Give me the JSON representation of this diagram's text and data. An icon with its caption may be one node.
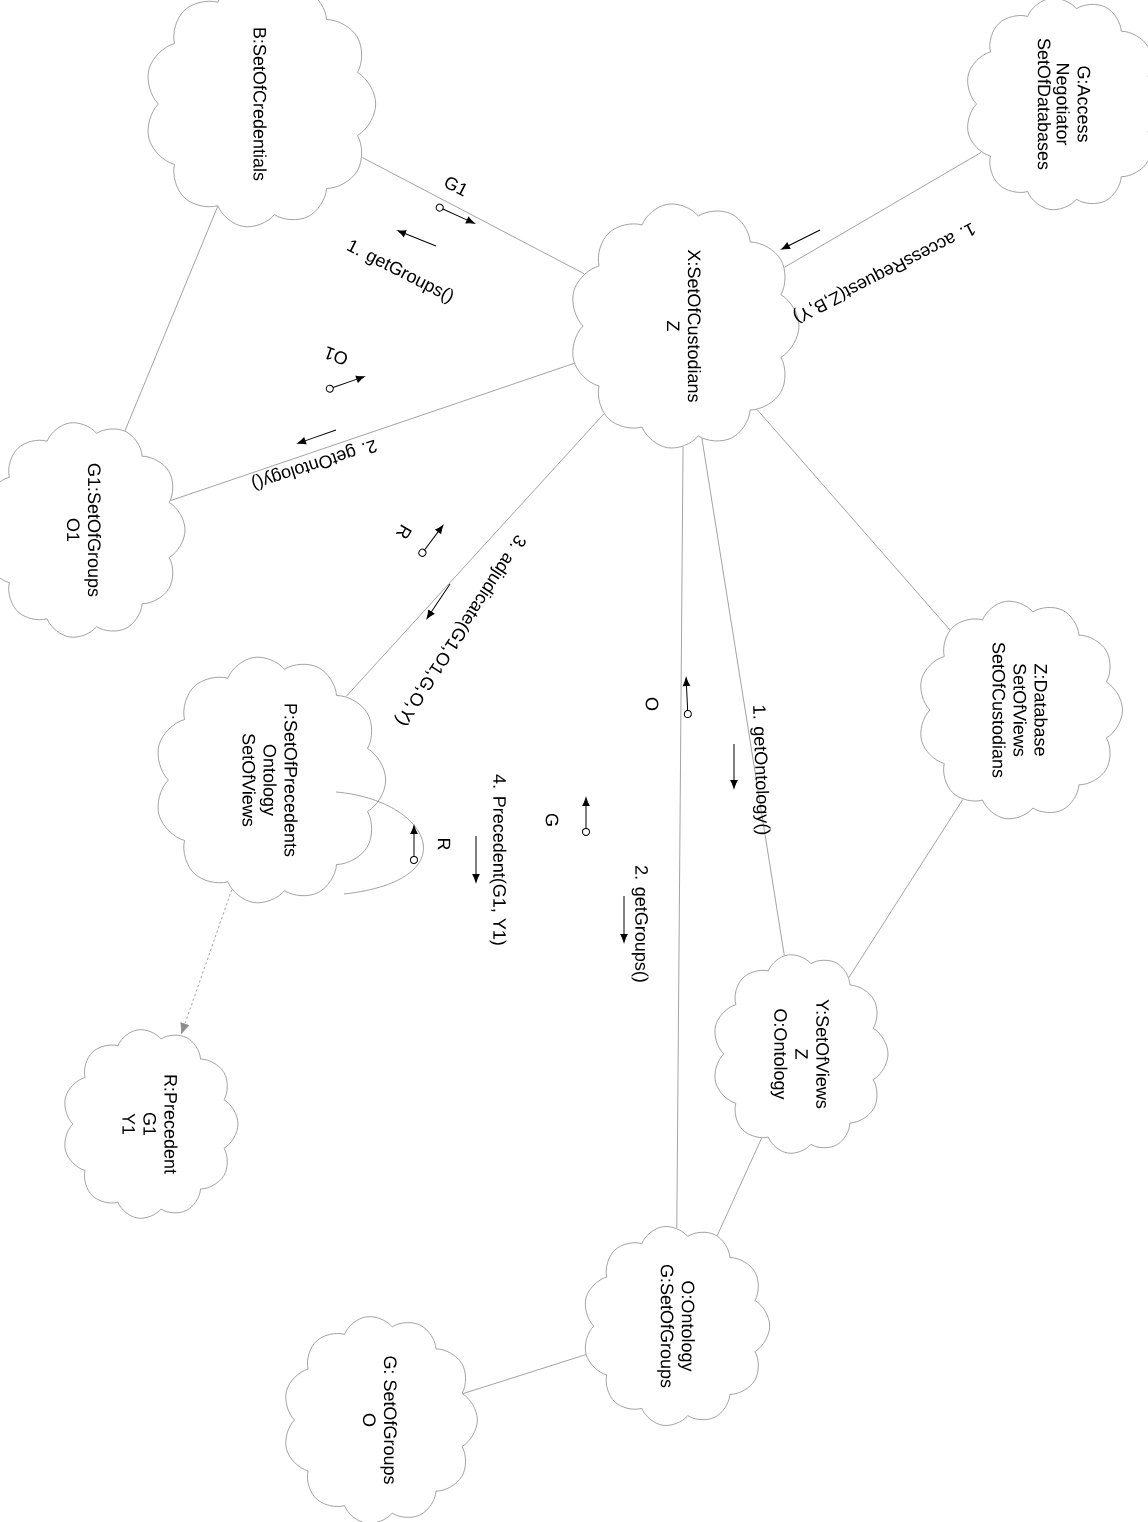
{
  "diagram": {
    "nodes": [
      {
        "text": [
          "B:SetOfCredentials"
        ]
      },
      {
        "text": [
          "G:Access Negotiator",
          "SetOfDatabases"
        ]
      },
      {
        "text": [
          "X:SetOfCustodians",
          "Z"
        ]
      },
      {
        "text": [
          "G1:SetOfGroups",
          "O1"
        ]
      },
      {
        "text": [
          "Z:Database",
          "SetOfViews",
          "SetOfCustodians"
        ]
      },
      {
        "text": [
          "P:SetOfPrecedents",
          "Ontology",
          "SetOfViews"
        ]
      },
      {
        "text": [
          "Y:SetOfViews",
          "Z",
          "O:Ontology"
        ]
      },
      {
        "text": [
          "R:Precedent",
          "G1",
          "Y1"
        ]
      },
      {
        "text": [
          "O:Ontology",
          "G:SetOfGroups"
        ]
      },
      {
        "text": [
          "G: SetOfGroups",
          "O"
        ]
      }
    ],
    "edges": [
      {
        "from": 0,
        "to": 2,
        "arrow": "none",
        "label": "1. getGroups()"
      },
      {
        "from": 1,
        "to": 2,
        "arrow": "none",
        "label": "1. accessRequest(Z,B,Y)"
      },
      {
        "from": 3,
        "to": 2,
        "arrow": "none",
        "label": "2. getOntology()"
      },
      {
        "from": 0,
        "to": 3,
        "arrow": "none"
      },
      {
        "from": 5,
        "to": 2,
        "arrow": "none",
        "label": "3. adjudicate(G1,O1,G,O,Y)"
      },
      {
        "from": 5,
        "to": 5,
        "arrow": "none",
        "label": "4. Precedent(G1, Y1)"
      },
      {
        "from": 2,
        "to": 6,
        "arrow": "none",
        "label": "1. getOntology()"
      },
      {
        "from": 2,
        "to": 8,
        "arrow": "none",
        "label": "2. getGroups()"
      },
      {
        "from": 2,
        "to": 4,
        "arrow": "none"
      },
      {
        "from": 4,
        "to": 6,
        "arrow": "none"
      },
      {
        "from": 6,
        "to": 8,
        "arrow": "none"
      },
      {
        "from": 8,
        "to": 9,
        "arrow": "none"
      },
      {
        "from": 5,
        "to": 7,
        "arrow": "to",
        "style": "dashed"
      }
    ],
    "labels": [
      "G1",
      "O1",
      "R",
      "O",
      "R",
      "G"
    ]
  }
}
